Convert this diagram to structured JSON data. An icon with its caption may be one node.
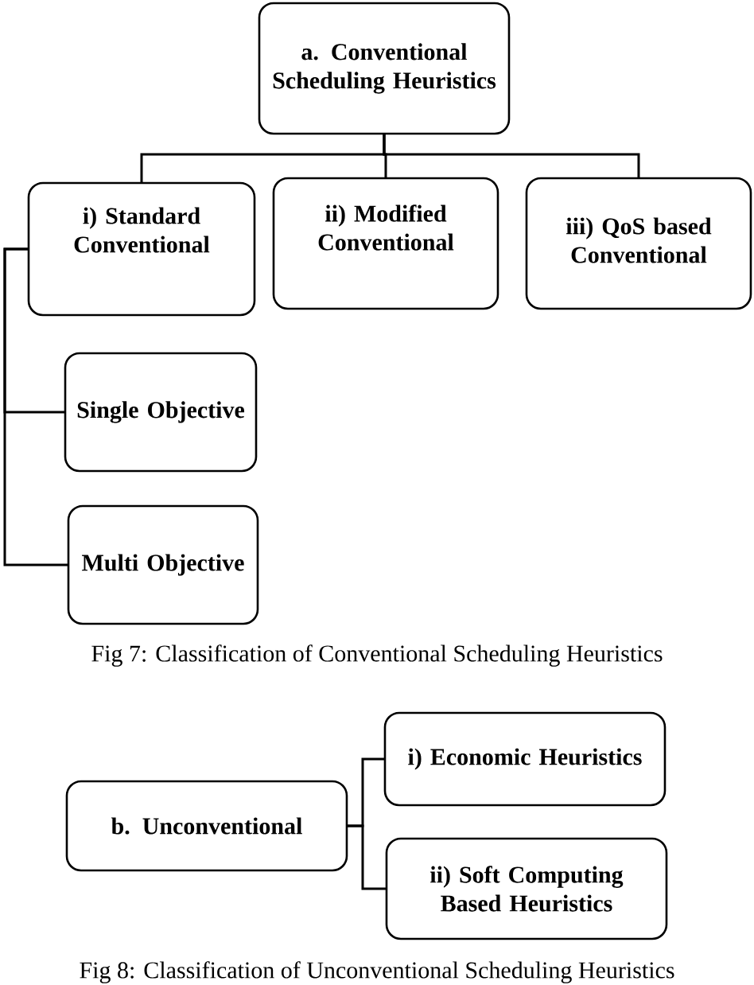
{
  "diagram": {
    "nodes": [
      {
        "text": [
          "a. Conventional Scheduling Heuristics"
        ]
      },
      {
        "text": [
          "i) Standard Conventional"
        ]
      },
      {
        "text": [
          "ii) Modified Conventional"
        ]
      },
      {
        "text": [
          "iii) QoS based Conventional"
        ]
      },
      {
        "text": [
          "Single Objective"
        ]
      },
      {
        "text": [
          "Multi Objective"
        ]
      },
      {
        "text": [
          "b. Unconventional"
        ]
      },
      {
        "text": [
          "i) Economic Heuristics"
        ]
      },
      {
        "text": [
          "ii) Soft Computing Based Heuristics"
        ]
      }
    ],
    "edges": [
      {
        "from": 0,
        "to": 1,
        "arrow": "none"
      },
      {
        "from": 0,
        "to": 2,
        "arrow": "none"
      },
      {
        "from": 0,
        "to": 3,
        "arrow": "none"
      },
      {
        "from": 1,
        "to": 4,
        "arrow": "none"
      },
      {
        "from": 1,
        "to": 5,
        "arrow": "none"
      },
      {
        "from": 6,
        "to": 7,
        "arrow": "none"
      },
      {
        "from": 6,
        "to": 8,
        "arrow": "none"
      }
    ],
    "labels": [
      "Fig 7: Classification of Conventional Scheduling Heuristics",
      "Fig 8: Classification of Unconventional Scheduling Heuristics"
    ]
  }
}
